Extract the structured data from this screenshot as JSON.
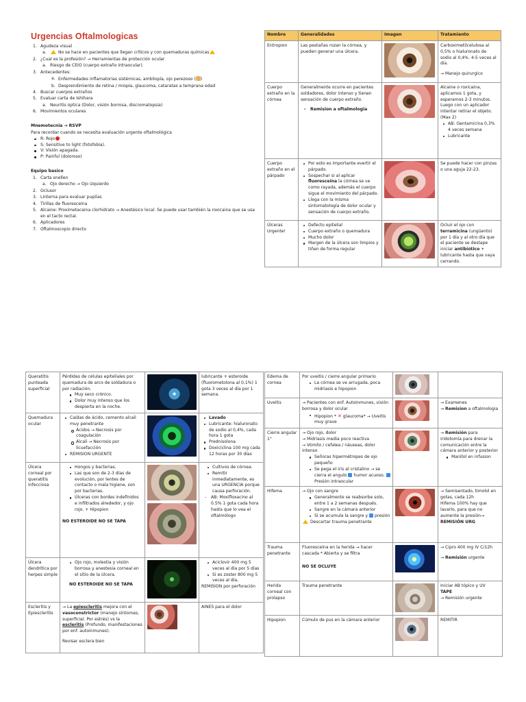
{
  "title": "Urgencias Oftalmologicas",
  "notes": {
    "items": [
      {
        "num": "1.",
        "text": "Agudeza visual",
        "level": 0
      },
      {
        "num": "a.",
        "text": "No se hace en pacientes que llegan críticos y con quemaduras químicas",
        "level": 1,
        "warn": true
      },
      {
        "num": "2.",
        "text": "¿Cual es la profesión? → Herramientas de protección ocular",
        "level": 0
      },
      {
        "num": "a.",
        "text": "Riesgo de CEIO (cuerpo extraño intraocular).",
        "level": 1
      },
      {
        "num": "3.",
        "text": "Antecedentes:",
        "level": 0
      },
      {
        "num": "a.",
        "text": "Enfermedades inflamatorias sistémicas, ambliopía, ojo perezoso (",
        "text_after": ")",
        "level": 1,
        "face": true
      },
      {
        "num": "b.",
        "text": "Desprendimiento de retina / miopía, glaucoma, cataratas a temprana edad",
        "level": 1
      },
      {
        "num": "4.",
        "text": "Buscar cuerpos extraños",
        "level": 0
      },
      {
        "num": "5.",
        "text": "Evaluar carta de Ishihara",
        "level": 0
      },
      {
        "num": "a.",
        "text": "Neuritis óptica (Dolor, visión borrosa, discromatopsia)",
        "level": 1
      },
      {
        "num": "6.",
        "text": "Movimientos oculares",
        "level": 0
      }
    ],
    "mnemo_title": "Mnemotecnia → RSVP",
    "mnemo_intro": "Para recordar cuando se necesita evaluación urgente oftalmológica",
    "mnemo_items": [
      "R: Rojo",
      "S: Sensitive to light (fotofobia).",
      "V: Visión apagada.",
      "P: Painful (doloroso)"
    ],
    "equipo_title": "Equipo basico",
    "equipo_items": [
      {
        "num": "1.",
        "text": "Carta snellen",
        "level": 0
      },
      {
        "num": "a.",
        "text": "Ojo derecho → Ojo izquierdo",
        "level": 1
      },
      {
        "num": "2.",
        "text": "Oclusor",
        "level": 0
      },
      {
        "num": "3.",
        "text": "Linterna para evaluar pupilas",
        "level": 0
      },
      {
        "num": "4.",
        "text": "Tirillas de fluoresceína",
        "level": 0
      },
      {
        "num": "5.",
        "text": "Alcaine: Proximetacaina clorhidrato → Anestésico local. Se puede usar también la roxicaina que se usa en el tacto rectal.",
        "level": 0
      },
      {
        "num": "6.",
        "text": "Aplicadores",
        "level": 0
      },
      {
        "num": "7.",
        "text": "Oftalmoscopio directo",
        "level": 0
      }
    ]
  },
  "table_top": {
    "headers": [
      "Nombre",
      "Generalidades",
      "Imagen",
      "Tratamiento"
    ],
    "rows": [
      {
        "name": "Entropion",
        "gen": "Las pestañas rozan la córnea, y pueden generar una úlcera.",
        "treat1": "Carboximetilcelulosa al 0,5% o hialuronato de sodio al 0,4%. 4-5 veces al día.",
        "treat2": "→ Manejo quirurgico"
      },
      {
        "name": "Cuerpo extraño en la córnea",
        "gen": "Generalmente ocurre en pacientes soldadores, dolor intenso y tienen sensación de cuerpo extraño.",
        "gen_dash": "Remision a oftalmologia",
        "treat1": "Alcaine o roxicaina, aplicamos 1 gota, y esperamos 2-3 minutos. Luego con un aplicador intentar retirar el objeto. (Max 2)",
        "treat_b1": "AB: Gentamicina 0,3% 4 veces semana",
        "treat_b2": "Lubricante"
      },
      {
        "name": "Cuerpo extraño en el párpado",
        "gen_b1": "Por esto es importante evertir el párpado.",
        "gen_b2_pre": "Sospechar si al aplicar ",
        "gen_b2_bold": "fluoresceína",
        "gen_b2_post": " la córnea se ve como rayada, además el cuerpo sigue el movimiento del párpado.",
        "gen_b3": "Llega con la misma sintomatología de dolor ocular y sensación de cuerpo extraño.",
        "treat": "Se puede hacer con pinzas o una aguja 22-23."
      },
      {
        "name": "Úlceras Urgente!",
        "gen_b": [
          "Defecto epitelial",
          "Cuerpo extraño o quemadura",
          "Mucho dolor",
          "Margen de la úlcera son limpios y tiñen de forma regular"
        ],
        "treat_pre": "Ocluir el ojo con ",
        "treat_bold1": "terramicina",
        "treat_mid": " (ungüento) por 1 día y al otro día que el paciente se destape iniciar ",
        "treat_bold2": "antibiótico",
        "treat_post": " + lubricante hasta que vaya cerrando."
      }
    ]
  },
  "table_left": {
    "rows": [
      {
        "name": "Queratitis punteada superficial",
        "gen": "Pérdidas de células epiteliales por quemadura de arco de soldadura o por radiación.",
        "gen_b": [
          "Muy seco crónico.",
          "Dolor muy intenso que los despierta en la noche."
        ],
        "treat": "lubricante + esteroide (fluorometolona al 0,1%) 1 gota 3 veces al día por 1 semana."
      },
      {
        "name": "Quemadura ocular",
        "gen_b1": "Caídas de ácido, cemento alcali muy penetrante",
        "gen_sub": [
          "Ácidos → Necrosis por coagulación",
          "Álcali → Necrosis por licuefacción"
        ],
        "gen_b2": "REMISION URGENTE",
        "treat_b": [
          "Lavado",
          "Lubricante: hialuronato de sodio al 0,4%, cada hora 1 gota",
          "Prednisolona",
          "Doxiciclina 100 mg cada 12 horas por 30 días"
        ]
      },
      {
        "name": "Úlcera corneal por queratitis infecciosa",
        "gen_b": [
          "Hongos y bacterias.",
          "Las que son de 2-3 días de evolución, por lentes de contacto o mala higiene, son por bacterias.",
          "Úlceras con bordes indefinidos e infiltrados alrededor, y ojo rojo. + Hipopion"
        ],
        "gen_bold": "NO ESTEROIDE NO SE TAPA",
        "treat_b": [
          "Cultivos de córnea.",
          "Remitir inmediatamente, es una URGENCIA porque causa perforación."
        ],
        "treat_dash": "AB: Moxifloxacino al 0.5% 1 gota cada hora hasta que lo vea el oftalmólogo"
      },
      {
        "name": "Úlcera dendrítica por herpes simple",
        "gen_b": [
          "Ojo rojo, molestia y visión borrosa y anestesia corneal en el sitio de la úlcera."
        ],
        "gen_bold": "NO ESTEROIDE NO SE TAPA",
        "treat_b": [
          "Aciclovir 400 mg 5 veces al día por 5 días",
          "Si es zoster 800 mg 5 veces al día."
        ],
        "treat_tail": "REMISION por perforación"
      },
      {
        "name": "Escleritis y Epiescleritis",
        "gen_pre": "→ La ",
        "gen_b1": "epiescleritis",
        "gen_mid": " mejora con el ",
        "gen_b2": "vasoconstrictor",
        "gen_mid2": " (manejo síntomas, superficial. Por estrés) vs la ",
        "gen_b3": "escleritis",
        "gen_post": " (Profundo, manifestaciones por enf. autoinmunes).",
        "gen_tail": "Revisar esclera bien",
        "treat": "AINES para el dolor"
      }
    ]
  },
  "table_right": {
    "rows": [
      {
        "name": "Edema de cornea",
        "gen": "Por uveitis / cierre angular primario",
        "gen_b": [
          "La córnea se ve arrugada, poca midriasis e hipopion"
        ],
        "treat": ""
      },
      {
        "name": "Uveitis",
        "gen": "→ Pacientes con enf. Autoinmunes, visión borrosa y dolor ocular",
        "gen_b_pre": "Hipopion * ",
        "gen_b_post": " glaucoma* → Uveitis muy grave",
        "treat1": "→ Examenes",
        "treat2_pre": "→ ",
        "treat2_bold": "Remision",
        "treat2_post": " a oftalmologia"
      },
      {
        "name": "Cierre angular 1°",
        "gen": "→ Ojo rojo, dolor\n→ Midriasis media poco reactiva\n→ Vómito / cefalea / náuseas, dolor intenso",
        "gen_b1": "Señoras hipermétropes de ojo pequeño",
        "gen_b2_pre": "Se pega el iris al cristalino → se cierra el angulo ",
        "gen_b2_post": " humor acuoso, ",
        "gen_b2_tail": " Presión intraocular",
        "treat_pre": "→ ",
        "treat_bold": "Remisión",
        "treat_post": " para iridotomía para drenar la comunicación entre la cámara anterior y posterior",
        "treat_b": "Manitol en infusion"
      },
      {
        "name": "Hifema",
        "gen": "→ Ojo con sangre",
        "gen_b": [
          "Generalmente se reabsorbe solo, entre 1 a 2 semanas después.",
          "Sangre en la cámara anterior"
        ],
        "gen_b3_pre": "Si se acumula la sangre y ",
        "gen_b3_post": " presión",
        "gen_tail": "Descartar trauma penetrante",
        "treat": "→ Semisentado, timolol en gotas, cada 12h\nHifema 100% hay que lavarlo, para que no aumente la presión→",
        "treat_bold": "REMISIÓN URG"
      },
      {
        "name": "Trauma penetrante",
        "gen": "Fluoresceína en la herida → hacer cascada * Abierta y se filtra",
        "gen_bold": "NO SE OCLUYE",
        "treat1": "→ Cipro 400 mg IV C/12h",
        "treat2_pre": "→ ",
        "treat2_bold": "Remisión",
        "treat2_post": " urgente"
      },
      {
        "name": "Herida corneal con prolapso",
        "gen": "Trauma penetrante",
        "treat1": "Iniciar AB tópico y UV",
        "treat2": "TAPE",
        "treat3": "→ Remisión urgente"
      },
      {
        "name": "Hipopion",
        "gen": "Cúmulo de pus en la cámara anterior",
        "treat": "REMITIR"
      }
    ]
  },
  "colors": {
    "title": "#cc3a2a",
    "header_bg": "#f6c667",
    "grid_border": "#9a9a9a"
  }
}
